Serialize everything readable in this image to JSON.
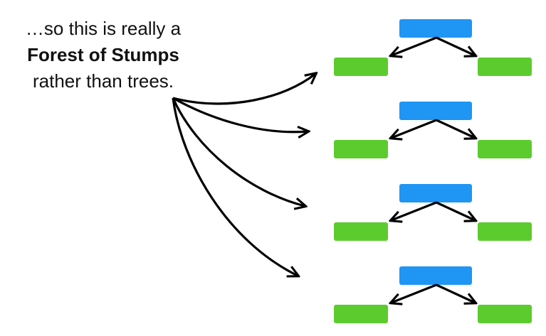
{
  "caption": {
    "line1": "…so this is really a",
    "line2": "Forest of Stumps",
    "line3": "rather than trees."
  },
  "colors": {
    "root_node": "#1f95f4",
    "leaf_node": "#5ccb2e",
    "arrow": "#000000",
    "background": "#ffffff"
  },
  "stumps": [
    {
      "root": "",
      "left_leaf": "",
      "right_leaf": ""
    },
    {
      "root": "",
      "left_leaf": "",
      "right_leaf": ""
    },
    {
      "root": "",
      "left_leaf": "",
      "right_leaf": ""
    },
    {
      "root": "",
      "left_leaf": "",
      "right_leaf": ""
    }
  ]
}
